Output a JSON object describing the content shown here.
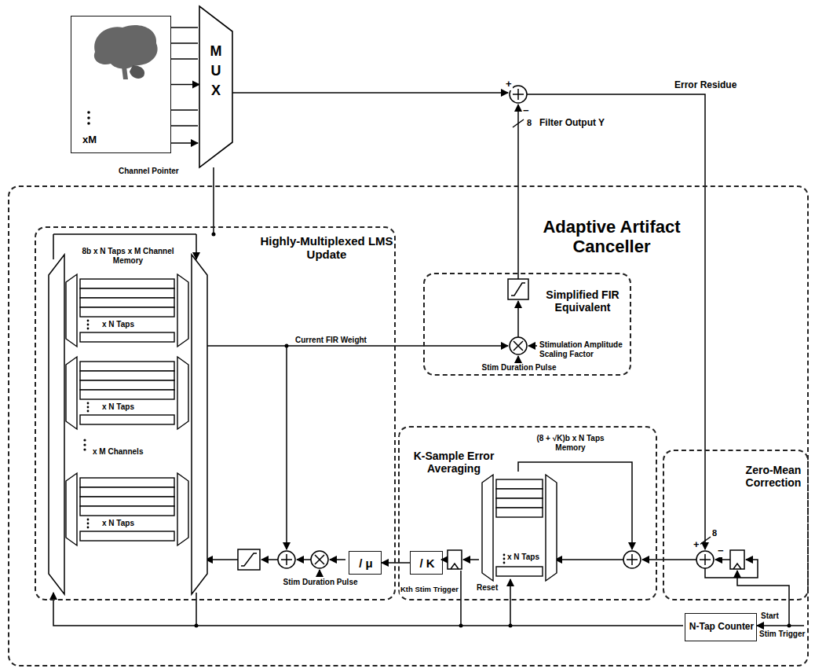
{
  "diagram": {
    "nodes": [
      {
        "text": [
          "xM"
        ]
      },
      {
        "text": [
          "M U X"
        ]
      },
      {
        "text": [
          "Adaptive Artifact Canceller"
        ]
      },
      {
        "text": [
          "Highly-Multiplexed LMS Update"
        ],
        "in": 2
      },
      {
        "text": [
          "8b x N Taps x M Channel Memory",
          "x M Channels"
        ],
        "in": 3
      },
      {
        "text": [
          "x N Taps"
        ],
        "in": 4
      },
      {
        "text": [
          "x N Taps"
        ],
        "in": 4
      },
      {
        "text": [
          "x N Taps"
        ],
        "in": 4
      },
      {
        "text": [
          "Simplified FIR Equivalent"
        ],
        "in": 2
      },
      {
        "text": [
          "K-Sample Error Averaging"
        ],
        "in": 2
      },
      {
        "text": [
          "(8 + √K)b x N Taps Memory",
          "x N Taps"
        ],
        "in": 9
      },
      {
        "text": [
          "/ K"
        ],
        "in": 9
      },
      {
        "text": [
          "/ μ"
        ],
        "in": 3
      },
      {
        "text": [
          "Zero-Mean Correction"
        ],
        "in": 2
      },
      {
        "text": [
          "N-Tap Counter"
        ],
        "in": 2
      }
    ],
    "edges": [
      {
        "from": 0,
        "to": 1,
        "arrow": "to"
      },
      {
        "from": 11,
        "to": 12,
        "arrow": "to"
      }
    ],
    "labels": [
      "Channel Pointer",
      "+",
      "−",
      "Error Residue",
      "8",
      "Filter Output Y",
      "Current FIR Weight",
      "Stimulation Amplitude Scaling Factor",
      "Stim Duration Pulse",
      "Stim Duration Pulse",
      "Kth Stim Trigger",
      "Reset",
      "+",
      "−",
      "8",
      "Start",
      "Stim Trigger"
    ]
  }
}
